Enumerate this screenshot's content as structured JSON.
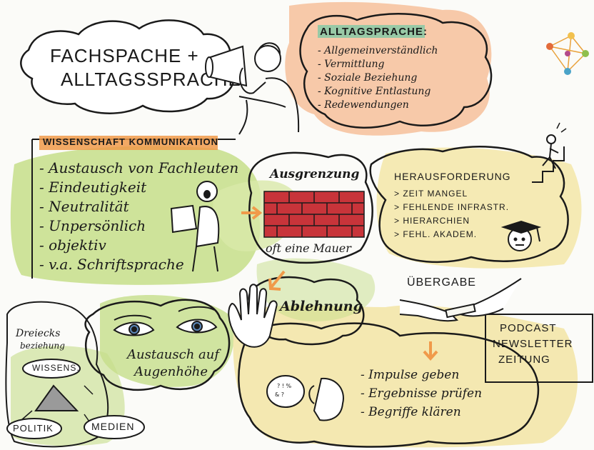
{
  "title": {
    "line1": "FACHSPACHE +",
    "line2": "ALLTAGSSPRACHE"
  },
  "alltag": {
    "heading": "ALLTAGSPRACHE:",
    "items": [
      "- Allgemeinverständlich",
      "- Vermittlung",
      "- Soziale Beziehung",
      "- Kognitive Entlastung",
      "- Redewendungen"
    ]
  },
  "wissenschaft": {
    "heading": "WISSENSCHAFT KOMMUNIKATION",
    "items": [
      "- Austausch von Fachleuten",
      "- Eindeutigkeit",
      "- Neutralität",
      "- Unpersönlich",
      "- objektiv",
      "- v.a. Schriftsprache"
    ]
  },
  "wall": {
    "top": "Ausgrenzung",
    "bottom": "oft eine Mauer"
  },
  "herausforderung": {
    "heading": "HERAUSFORDERUNG",
    "items": [
      "> ZEIT MANGEL",
      "> FEHLENDE INFRASTR.",
      "> HIERARCHIEN",
      "> FEHL. AKADEM."
    ]
  },
  "ablehnung": "Ablehnung",
  "uebergabe": "ÜBERGABE",
  "triangle": {
    "heading_line1": "Dreiecks",
    "heading_line2": "beziehung",
    "wissens": "WISSENS.",
    "politik": "POLITIK",
    "medien": "MEDIEN"
  },
  "augenhoehe": {
    "line1": "Austausch auf",
    "line2": "Augenhöhe"
  },
  "podcast": {
    "line1": "PODCAST",
    "line2": "NEWSLETTER",
    "line3": "ZEITUNG"
  },
  "impulse": {
    "items": [
      "- Impulse geben",
      "- Ergebnisse prüfen",
      "- Begriffe klären"
    ]
  },
  "colors": {
    "green": "#c6de8a",
    "peach": "#f7c9a9",
    "yellow": "#f3e6a8",
    "orange": "#f09a4a",
    "brick": "#c8343a",
    "ink": "#1a1a1a",
    "eye": "#5b86b8"
  },
  "icons": [
    "megaphone-person-icon",
    "reading-person-icon",
    "brick-wall-icon",
    "stairs-climber-icon",
    "graduate-head-icon",
    "stop-hand-icon",
    "handover-hands-icon",
    "thinking-person-icon",
    "eyes-icon",
    "logo-network-icon"
  ]
}
